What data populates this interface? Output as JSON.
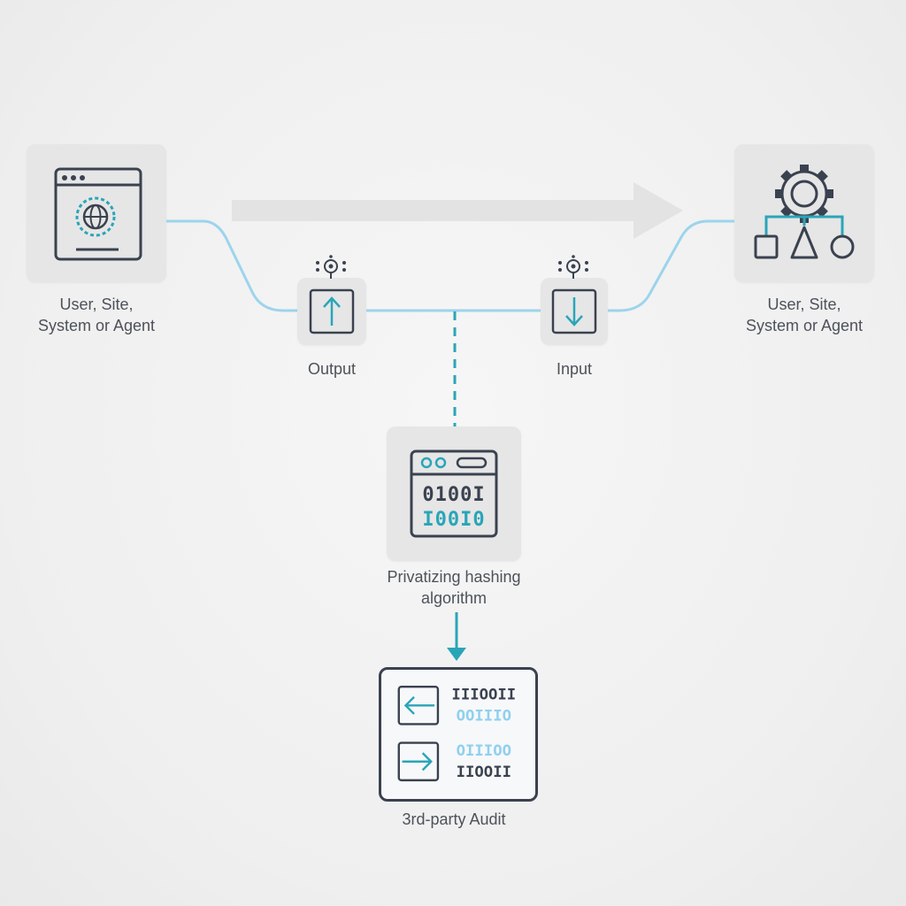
{
  "nodes": {
    "source": {
      "label_line1": "User, Site,",
      "label_line2": "System or Agent",
      "icon": "browser-globe-icon"
    },
    "destination": {
      "label_line1": "User, Site,",
      "label_line2": "System or Agent",
      "icon": "gear-hierarchy-icon"
    },
    "output": {
      "label": "Output",
      "icon": "upload-arrow-icon"
    },
    "input": {
      "label": "Input",
      "icon": "download-arrow-icon"
    },
    "hashing": {
      "label_line1": "Privatizing hashing",
      "label_line2": "algorithm",
      "icon": "binary-window-icon"
    },
    "audit": {
      "label": "3rd-party Audit",
      "icon": "binary-audit-panel-icon"
    }
  },
  "binary": {
    "hashing_row1": "0100I",
    "hashing_row2": "I00I0",
    "audit_row1": "IIIOOII",
    "audit_row2": "OOIIIO",
    "audit_row3": "OIIIOO",
    "audit_row4": "IIOOII"
  },
  "colors": {
    "accent": "#2aa5b8",
    "wire": "#9cd4ec",
    "icon_stroke": "#3a4250",
    "tile": "#e6e6e6",
    "big_arrow": "#e2e2e2"
  }
}
